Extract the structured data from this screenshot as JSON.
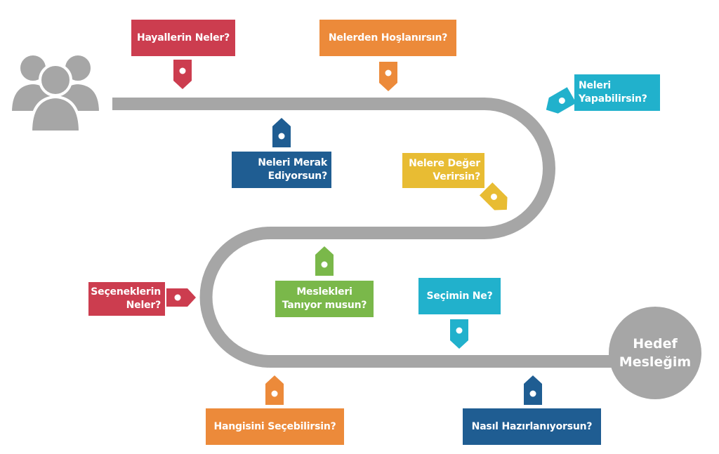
{
  "colors": {
    "road": "#a6a6a6",
    "red": "#cc3d4f",
    "orange": "#ec8a3a",
    "cyan": "#21b1cc",
    "navy": "#1f5d92",
    "yellow": "#e8bc33",
    "green": "#7ab84a"
  },
  "start_icon": "people-group-icon",
  "goal": {
    "line1": "Hedef",
    "line2": "Mesleğim"
  },
  "steps": [
    {
      "line1": "Hayallerin Neler?",
      "line2": ""
    },
    {
      "line1": "Nelerden Hoşlanırsın?",
      "line2": ""
    },
    {
      "line1": "Neleri",
      "line2": "Yapabilirsin?"
    },
    {
      "line1": "Neleri Merak",
      "line2": "Ediyorsun?"
    },
    {
      "line1": "Nelere Değer",
      "line2": "Verirsin?"
    },
    {
      "line1": "Meslekleri",
      "line2": "Tanıyor musun?"
    },
    {
      "line1": "Seçeneklerin",
      "line2": "Neler?"
    },
    {
      "line1": "Seçimin Ne?",
      "line2": ""
    },
    {
      "line1": "Hangisini Seçebilirsin?",
      "line2": ""
    },
    {
      "line1": "Nasıl Hazırlanıyorsun?",
      "line2": ""
    }
  ]
}
